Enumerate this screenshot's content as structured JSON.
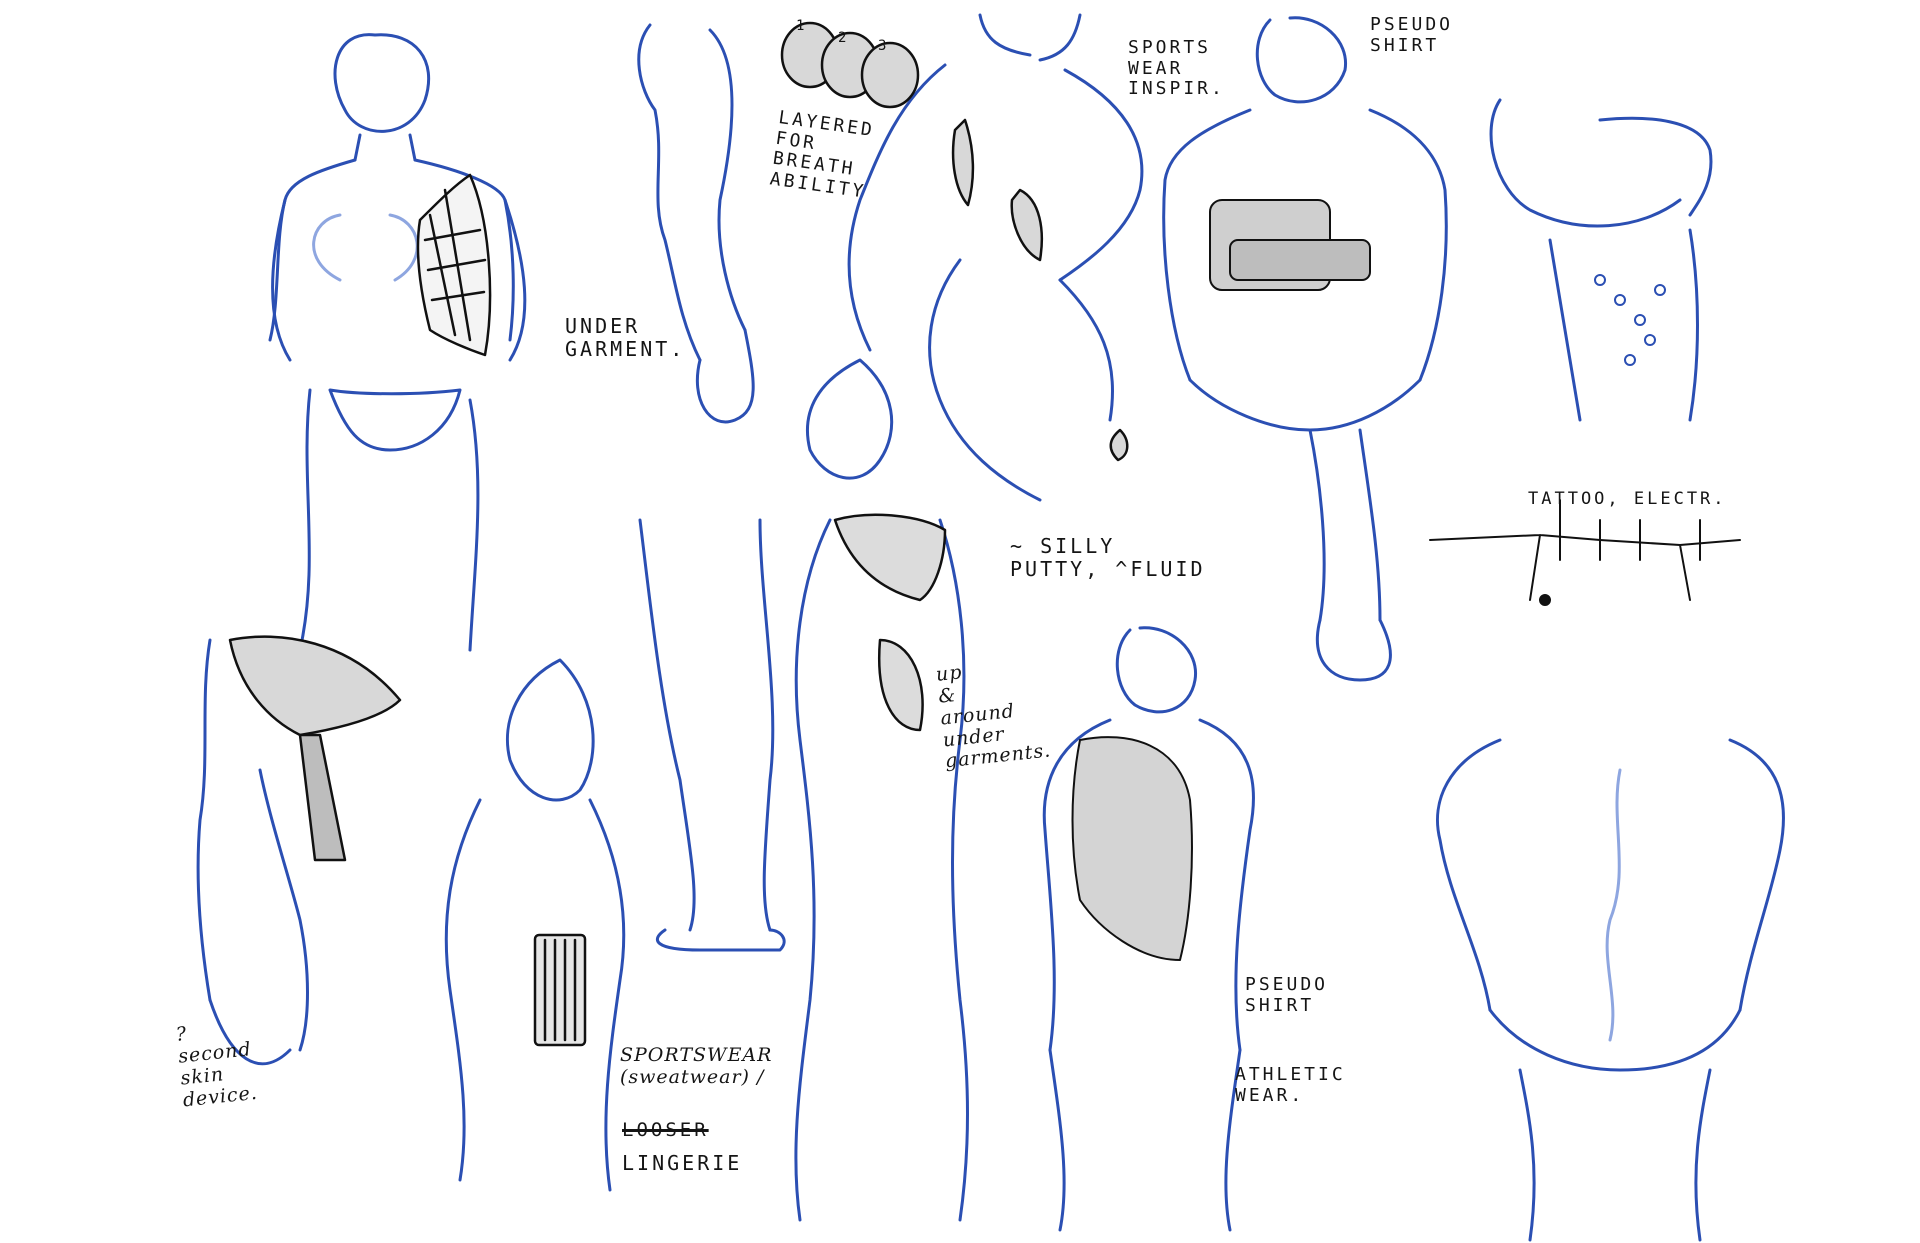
{
  "colors": {
    "pencil": "#2b4fb3",
    "pencil_light": "#8ea6e0",
    "ink": "#111111",
    "paper": "#ffffff"
  },
  "notes": {
    "layered": "LAYERED\nFOR\nBREATH\nABILITY",
    "numbers": [
      "1",
      "2",
      "3"
    ],
    "sports_inspir": "SPORTS\nWEAR\nINSPIR.",
    "pseudo_shirt_top": "PSEUDO\nSHIRT",
    "under_garment": "UNDER\nGARMENT.",
    "silly_putty": "~ SILLY\nPUTTY, ^FLUID",
    "tattoo": "TATTOO, ELECTR.",
    "up_around": "up\n&\naround\nunder\ngarments.",
    "second_skin": "?\nsecond\nskin\ndevice.",
    "sportswear": "SPORTSWEAR\n(sweatwear) /",
    "struck_word": "LOOSER",
    "lingerie": "LINGERIE",
    "pseudo_shirt_bottom": "PSEUDO\nSHIRT",
    "athletic_wear": "ATHLETIC\nWEAR."
  }
}
